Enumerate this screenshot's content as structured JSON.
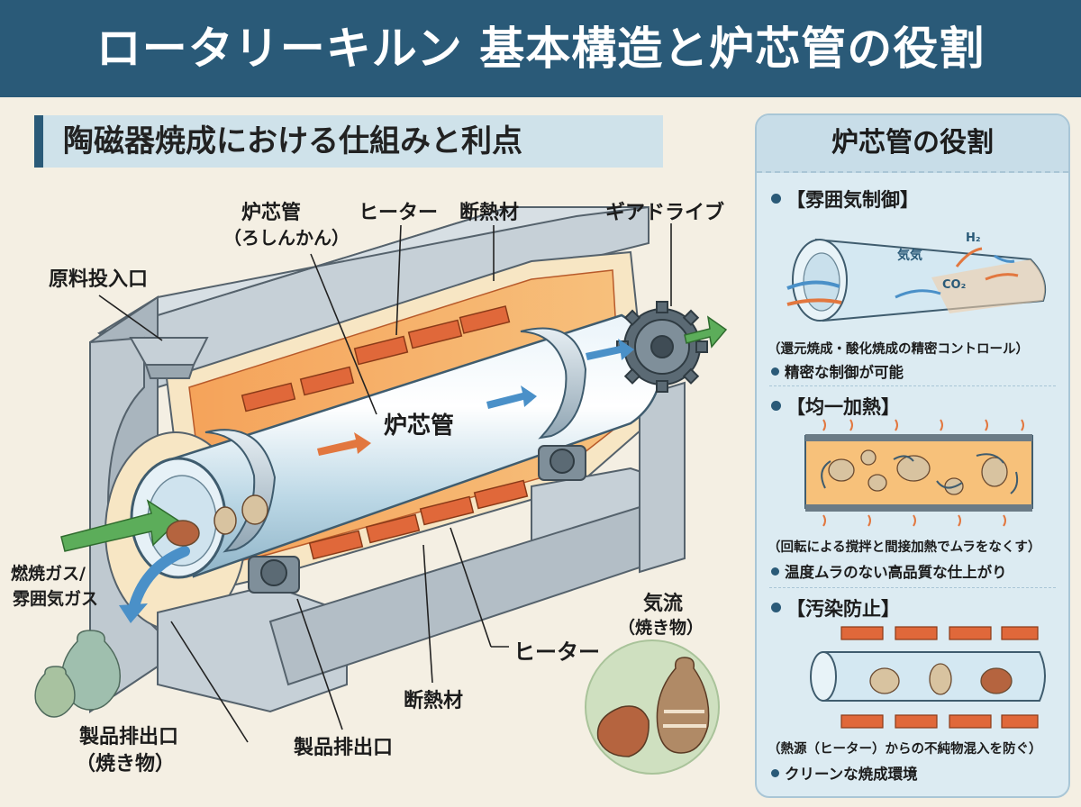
{
  "title": "ロータリーキルン 基本構造と炉芯管の役割",
  "subtitle": "陶磁器焼成における仕組みと利点",
  "diagram": {
    "labels": {
      "core_tube_top": "炉芯管",
      "core_tube_reading": "（ろしんかん）",
      "heater_top": "ヒーター",
      "insulation_top": "断熱材",
      "gear_drive": "ギアドライブ",
      "feed_inlet": "原料投入口",
      "core_tube_center": "炉芯管",
      "gas_line1": "燃焼ガス/",
      "gas_line2": "雰囲気ガス",
      "heater_bottom": "ヒーター",
      "insulation_bottom": "断熱材",
      "outlet_center": "製品排出口",
      "outlet_left_line1": "製品排出口",
      "outlet_left_line2": "（焼き物）",
      "airflow_line1": "気流",
      "airflow_line2": "（焼き物）"
    }
  },
  "panel": {
    "title": "炉芯管の役割",
    "sections": [
      {
        "heading": "【雰囲気制御】",
        "diagram_labels": {
          "gas": "気気",
          "h2": "H₂",
          "co2": "CO₂"
        },
        "note": "（還元焼成・酸化焼成の精密コントロール）",
        "point": "精密な制御が可能"
      },
      {
        "heading": "【均一加熱】",
        "note": "（回転による撹拌と間接加熱でムラをなくす）",
        "point": "温度ムラのない高品質な仕上がり"
      },
      {
        "heading": "【汚染防止】",
        "note": "（熱源（ヒーター）からの不純物混入を防ぐ）",
        "point": "クリーンな焼成環境"
      }
    ]
  },
  "colors": {
    "title_bar": "#2a5a78",
    "subtitle_bg": "#cfe2ea",
    "panel_bg": "#dcebf2",
    "heater": "#e0683a",
    "insulation": "#f2a45c",
    "tube": "#cfe5f0",
    "housing": "#b9c4cc",
    "arrow_green": "#5cad5a",
    "arrow_blue": "#4a90c8"
  }
}
